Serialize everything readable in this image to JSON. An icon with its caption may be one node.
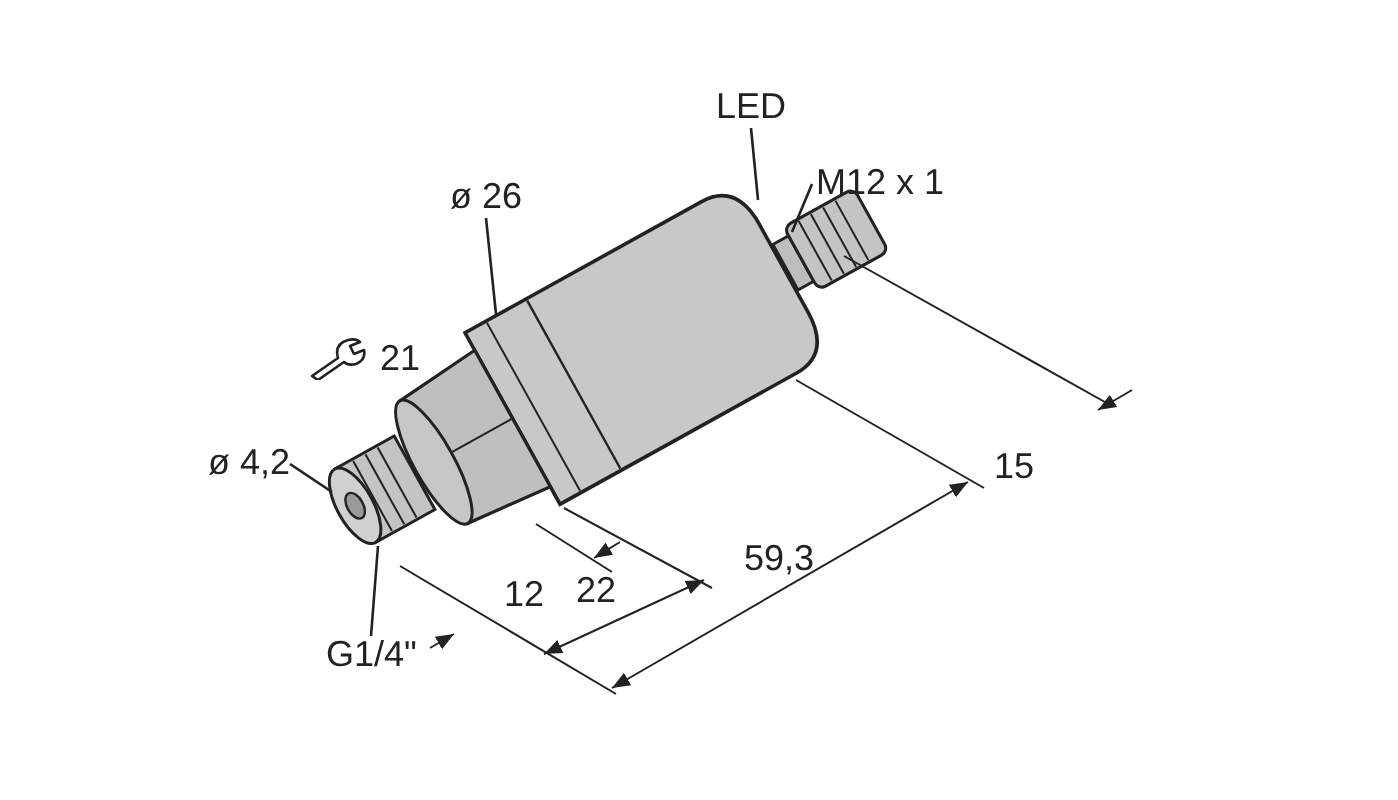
{
  "diagram": {
    "nodes": [
      {
        "text": [
          "LED"
        ]
      },
      {
        "text": [
          "M12 x 1"
        ]
      },
      {
        "text": [
          "ø 26"
        ]
      },
      {
        "text": [
          "ø 4,2"
        ]
      },
      {
        "text": [
          "G1/4\""
        ]
      },
      {
        "text": [],
        "shape": "picture"
      },
      {
        "text": [],
        "shape": "picture"
      },
      {
        "text": [],
        "shape": "picture"
      }
    ],
    "edges": [
      {
        "from": 0,
        "to": 5,
        "arrow": "none"
      },
      {
        "from": 1,
        "to": 6,
        "arrow": "none"
      },
      {
        "from": 2,
        "to": 5,
        "arrow": "none"
      },
      {
        "from": 3,
        "to": 7,
        "arrow": "none"
      },
      {
        "from": 4,
        "to": 7,
        "arrow": "none"
      }
    ],
    "labels": [
      "21",
      "15",
      "12",
      "22",
      "59,3"
    ]
  }
}
